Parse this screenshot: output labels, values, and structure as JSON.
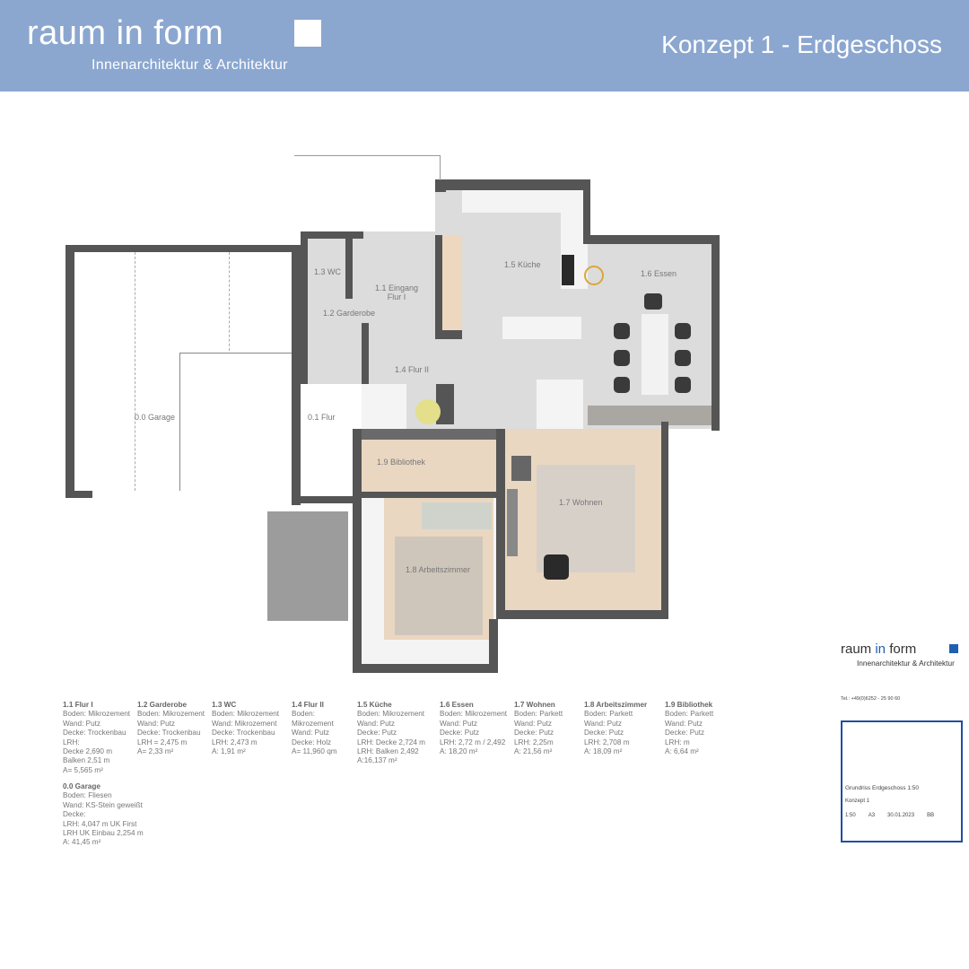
{
  "header": {
    "logo": "raum in  form",
    "logo_subtitle": "Innenarchitektur & Architektur",
    "title": "Konzept 1 - Erdgeschoss"
  },
  "plan": {
    "rooms": {
      "garage": "0.0 Garage",
      "flur0": "0.1 Flur",
      "eingang": "1.1 Eingang\nFlur I",
      "garderobe": "1.2 Garderobe",
      "wc": "1.3 WC",
      "flur2": "1.4 Flur II",
      "kueche": "1.5 Küche",
      "essen": "1.6 Essen",
      "wohnen": "1.7 Wohnen",
      "arbeit": "1.8 Arbeitszimmer",
      "biblio": "1.9 Bibliothek"
    }
  },
  "legend": [
    {
      "title": "1.1 Flur I",
      "lines": [
        "Boden: Mikrozement",
        "Wand: Putz",
        "Decke: Trockenbau",
        "LRH:",
        "Decke 2,690 m",
        "Balken 2,51 m",
        "A= 5,565 m²"
      ]
    },
    {
      "title": "1.2 Garderobe",
      "lines": [
        "Boden: Mikrozement",
        "Wand: Putz",
        "Decke: Trockenbau",
        "LRH = 2,475 m",
        "A= 2,33 m²"
      ]
    },
    {
      "title": "1.3 WC",
      "lines": [
        "Boden: Mikrozement",
        "Wand: Mikrozement",
        "Decke: Trockenbau",
        "LRH: 2,473 m",
        "A: 1,91 m²"
      ]
    },
    {
      "title": "1.4 Flur II",
      "lines": [
        "Boden:",
        "Mikrozement",
        "Wand: Putz",
        "Decke: Holz",
        "A= 11,960 qm"
      ]
    },
    {
      "title": "1.5 Küche",
      "lines": [
        "Boden: Mikrozement",
        "Wand: Putz",
        "Decke: Putz",
        "LRH: Decke 2,724 m",
        "LRH: Balken 2,492",
        "A:16,137 m²"
      ]
    },
    {
      "title": "1.6 Essen",
      "lines": [
        "Boden: Mikrozement",
        "Wand: Putz",
        "Decke: Putz",
        "LRH: 2,72 m / 2,492",
        "A: 18,20 m²"
      ]
    },
    {
      "title": "1.7 Wohnen",
      "lines": [
        "Boden: Parkett",
        "Wand: Putz",
        "Decke: Putz",
        "LRH: 2,25m",
        "A: 21,56 m²"
      ]
    },
    {
      "title": "1.8  Arbeitszimmer",
      "lines": [
        "Boden: Parkett",
        "Wand: Putz",
        "Decke: Putz",
        "LRH: 2,708 m",
        "A: 18,09 m²"
      ]
    },
    {
      "title": "1.9 Bibliothek",
      "lines": [
        "Boden: Parkett",
        "Wand: Putz",
        "Decke: Putz",
        "LRH:    m",
        "A: 6,64 m²"
      ]
    },
    {
      "title": "0.0  Garage",
      "lines": [
        "Boden: Fliesen",
        "Wand: KS-Stein geweißt",
        "Decke:",
        "LRH: 4,047 m UK First",
        "LRH UK Einbau 2,254 m",
        "A: 41,45 m²"
      ]
    }
  ],
  "title_block": {
    "logo_a": "raum ",
    "logo_in": "in",
    "logo_b": " form",
    "subtitle": "Innenarchitektur & Architektur",
    "tel": "Tel.: +49(0)6252 - 25 90 60",
    "drawing": "Grundriss Erdgeschoss 1:50",
    "concept": "Konzept 1",
    "scale": "1:50",
    "format": "A3",
    "date": "30.01.2023",
    "drawn_by": "BB"
  },
  "colors": {
    "header": "#8ba7d0",
    "accent": "#1f5fb0",
    "wall": "#555555"
  }
}
